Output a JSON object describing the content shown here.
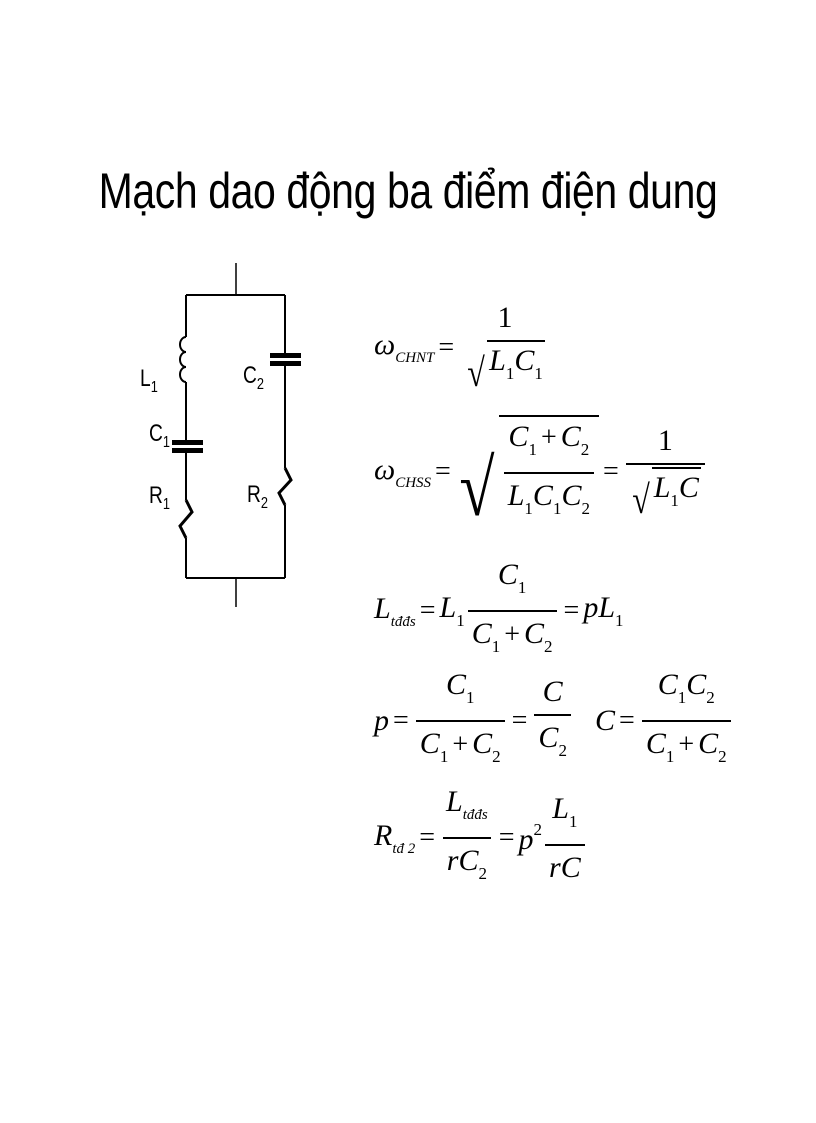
{
  "title": "Mạch dao động ba điểm điện dung",
  "circuit": {
    "labels": {
      "L1": {
        "main": "L",
        "sub": "1"
      },
      "C1": {
        "main": "C",
        "sub": "1"
      },
      "R1": {
        "main": "R",
        "sub": "1"
      },
      "C2": {
        "main": "C",
        "sub": "2"
      },
      "R2": {
        "main": "R",
        "sub": "2"
      }
    },
    "components": [
      "inductor L1",
      "capacitor C1",
      "resistor R1",
      "capacitor C2",
      "resistor R2"
    ]
  },
  "equations": {
    "omega_chnt": {
      "lhs": "ω",
      "lhs_sub": "CHNT",
      "eq": "=",
      "num": "1",
      "rad": "√",
      "den_a": "L",
      "den_a_sub": "1",
      "den_b": "C",
      "den_b_sub": "1"
    },
    "omega_chss": {
      "lhs": "ω",
      "lhs_sub": "CHSS",
      "eq": "=",
      "rad": "√",
      "num": "C",
      "num1_sub": "1",
      "plus": "+",
      "num2": "C",
      "num2_sub": "2",
      "den": "L",
      "den_sub1": "1",
      "den_c1": "C",
      "den_c1_sub": "1",
      "den_c2": "C",
      "den_c2_sub": "2",
      "eq2": "=",
      "rnum": "1",
      "rden_a": "L",
      "rden_a_sub": "1",
      "rden_b": "C"
    },
    "l_tdds": {
      "lhs": "L",
      "lhs_sub": "tđđs",
      "eq": "=",
      "f": "L",
      "f_sub": "1",
      "num": "C",
      "num_sub": "1",
      "den1": "C",
      "den1_sub": "1",
      "plus": "+",
      "den2": "C",
      "den2_sub": "2",
      "eq2": "=",
      "rhs": "pL",
      "rhs_sub": "1"
    },
    "p_def": {
      "lhs": "p",
      "eq": "=",
      "num": "C",
      "num_sub": "1",
      "den1": "C",
      "den1_sub": "1",
      "plus": "+",
      "den2": "C",
      "den2_sub": "2",
      "eq2": "=",
      "num2": "C",
      "den3": "C",
      "den3_sub": "2"
    },
    "c_def": {
      "lhs": "C",
      "eq": "=",
      "num1": "C",
      "num1_sub": "1",
      "num2": "C",
      "num2_sub": "2",
      "den1": "C",
      "den1_sub": "1",
      "plus": "+",
      "den2": "C",
      "den2_sub": "2"
    },
    "r_td2": {
      "lhs": "R",
      "lhs_sub": "tđ 2",
      "eq": "=",
      "num": "L",
      "num_sub": "tđđs",
      "den": "rC",
      "den_sub": "2",
      "eq2": "=",
      "p": "p",
      "p_sup": "2",
      "num2": "L",
      "num2_sub": "1",
      "den2": "rC"
    }
  }
}
